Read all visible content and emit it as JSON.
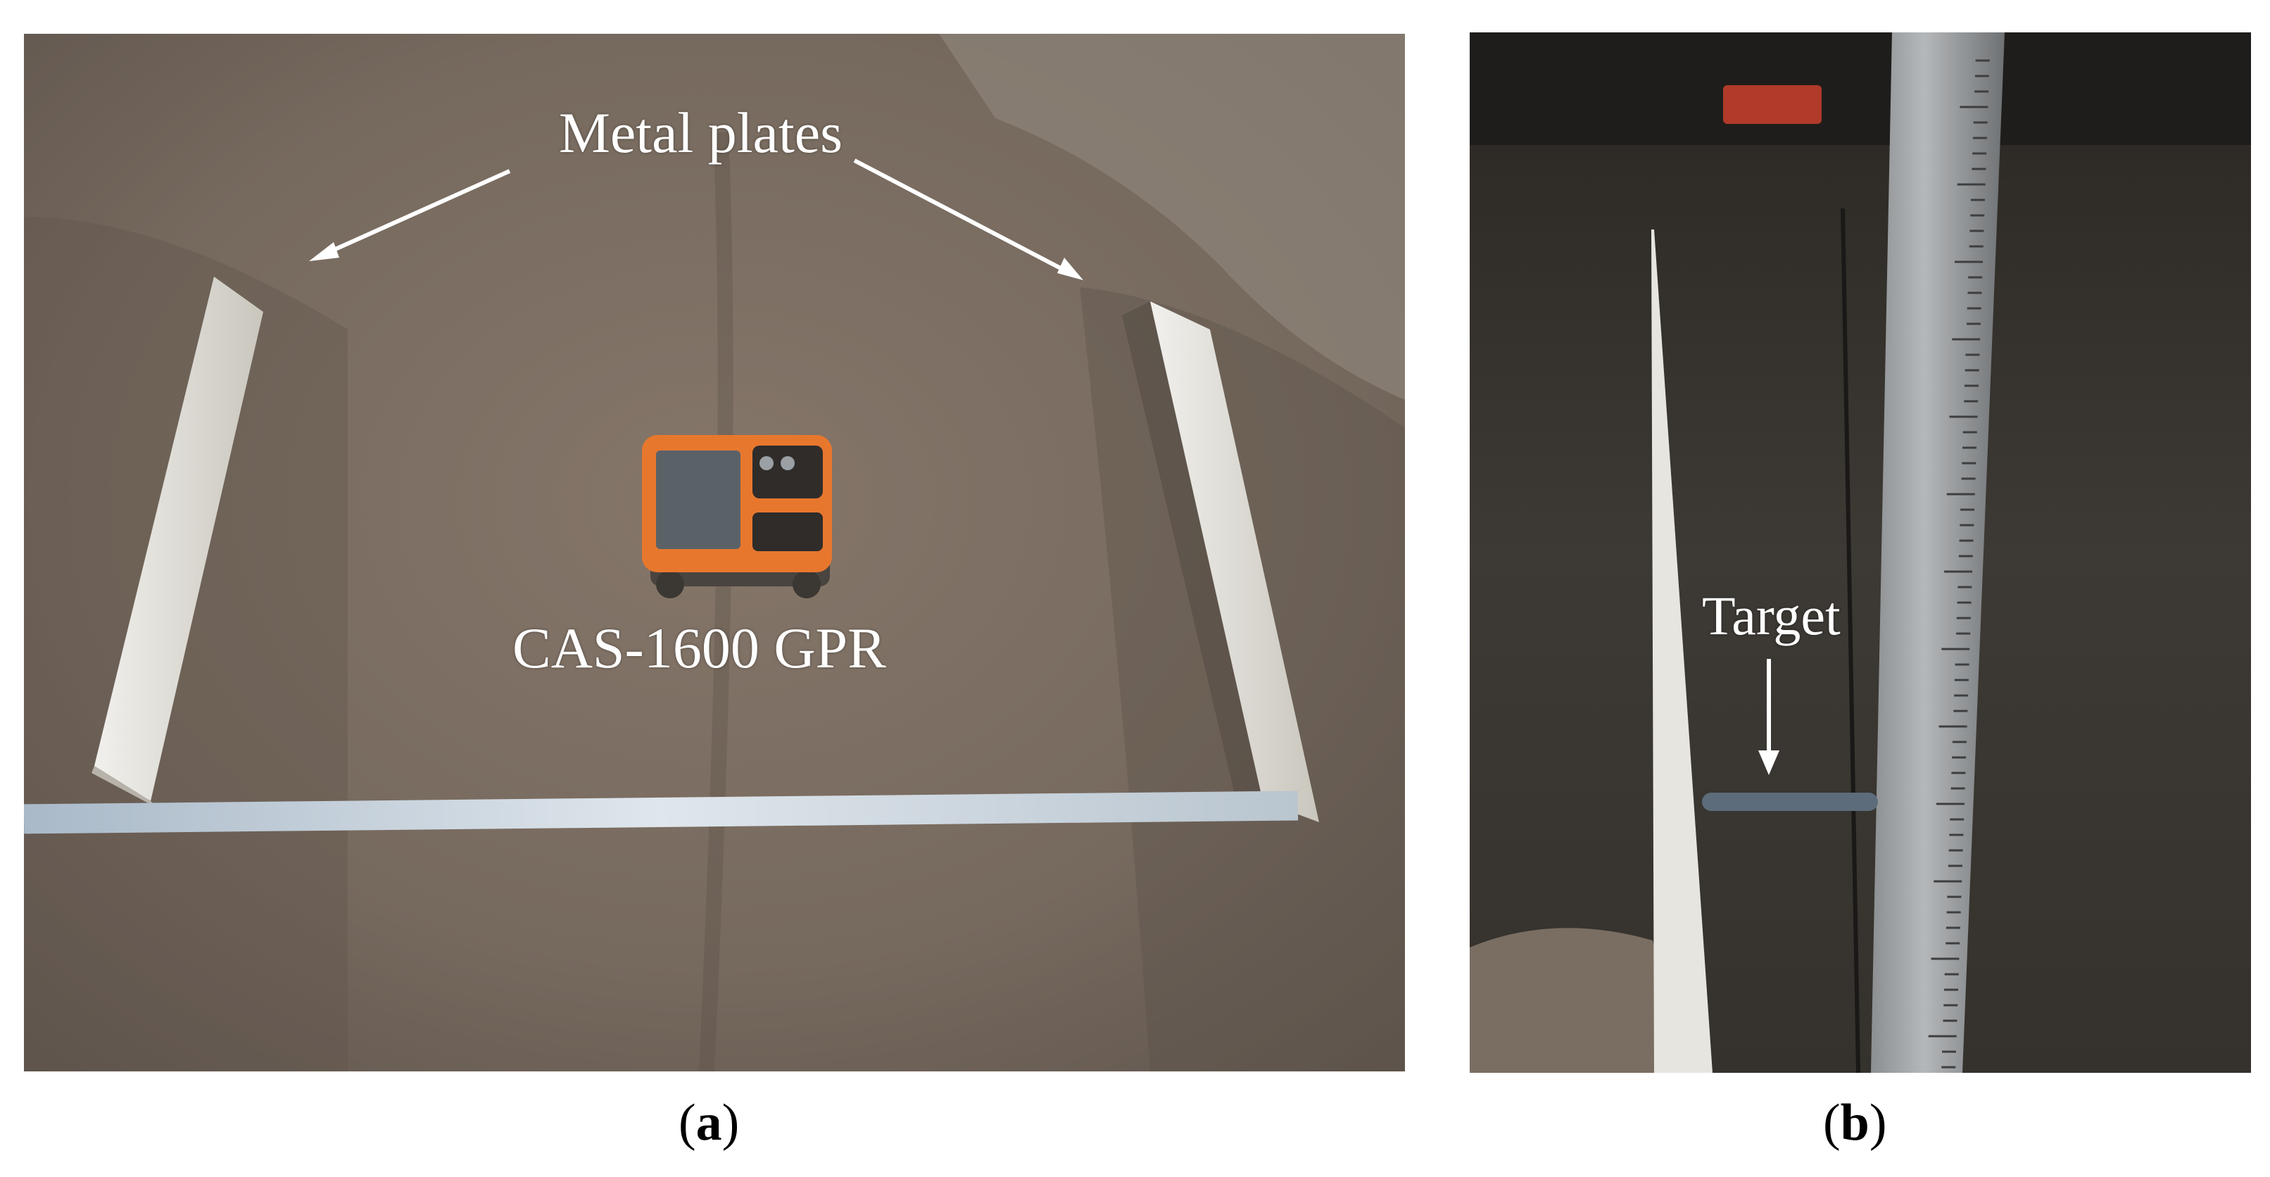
{
  "panel_a": {
    "labels": {
      "metal_plates": "Metal plates",
      "gpr_device": "CAS-1600 GPR"
    },
    "caption_letter": "a"
  },
  "panel_b": {
    "labels": {
      "target": "Target"
    },
    "caption_letter": "b"
  },
  "colors": {
    "sand": "#7d6f64",
    "metal_plate": "#d8d6cf",
    "gpr_orange": "#e8772e",
    "dark_background": "#3a3631",
    "label_white": "#ffffff"
  }
}
